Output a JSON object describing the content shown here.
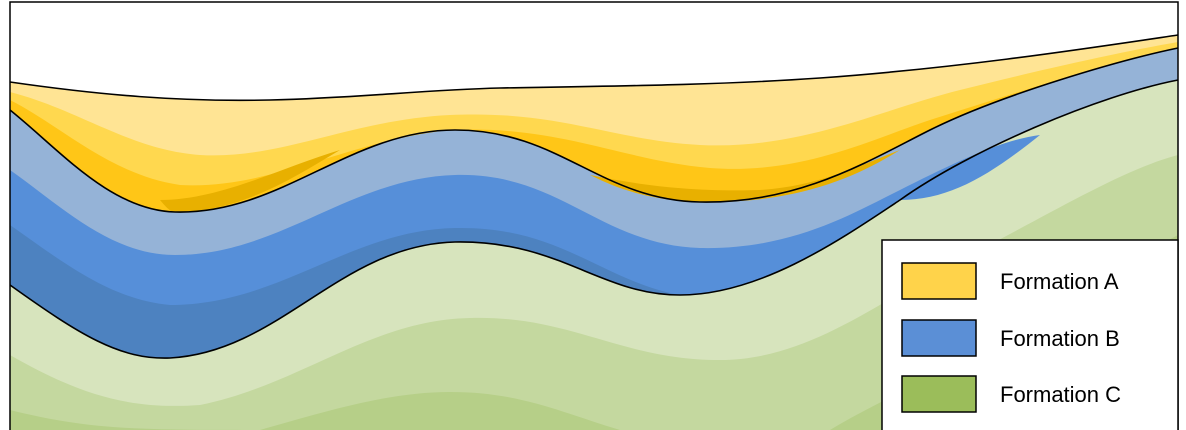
{
  "legend": {
    "items": [
      {
        "label": "Formation A",
        "color": "#ffd34a"
      },
      {
        "label": "Formation B",
        "color": "#5b8fd6"
      },
      {
        "label": "Formation C",
        "color": "#9bbd5a"
      }
    ]
  },
  "palette": {
    "formation_a": [
      "#ffe494",
      "#ffd84f",
      "#ffc617",
      "#e8b000"
    ],
    "formation_b": [
      "#95b3d7",
      "#568fd9",
      "#4d82c0"
    ],
    "formation_c": [
      "#d7e4bd",
      "#c4d89f",
      "#b6cf88"
    ],
    "outline": "#000000"
  }
}
